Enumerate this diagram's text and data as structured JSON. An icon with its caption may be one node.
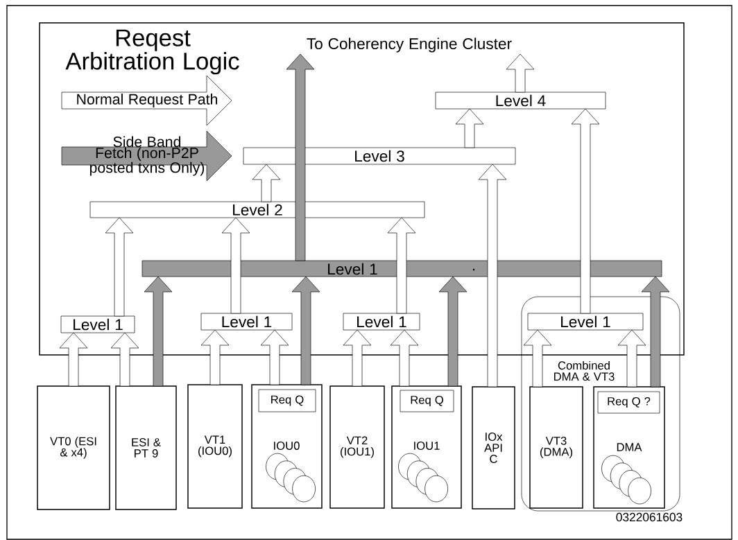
{
  "diagram": {
    "nodes": [
      {
        "text": [
          "Reqest Arbitration Logic"
        ]
      },
      {
        "text": [
          "To Coherency Engine Cluster"
        ],
        "in": 0
      },
      {
        "text": [
          "Level 4"
        ],
        "in": 0
      },
      {
        "text": [
          "Level 3"
        ],
        "in": 0
      },
      {
        "text": [
          "Level 2"
        ],
        "in": 0
      },
      {
        "text": [
          "Level 1",
          "."
        ],
        "in": 0
      },
      {
        "text": [
          "Level 1"
        ],
        "in": 0
      },
      {
        "text": [
          "Level 1"
        ],
        "in": 0
      },
      {
        "text": [
          "Level 1"
        ],
        "in": 0
      },
      {
        "text": [
          "Combined DMA & VT3"
        ]
      },
      {
        "text": [
          "Level 1"
        ]
      },
      {
        "text": [
          "VT0 (ESI & x4)"
        ]
      },
      {
        "text": [
          "ESI & PT 9"
        ]
      },
      {
        "text": [
          "VT1 (IOU0)"
        ]
      },
      {
        "text": [
          "IOU0"
        ]
      },
      {
        "text": [
          "Req Q"
        ],
        "in": 14
      },
      {
        "text": [
          "VT2 (IOU1)"
        ]
      },
      {
        "text": [
          "IOU1"
        ]
      },
      {
        "text": [
          "Req Q"
        ],
        "in": 17
      },
      {
        "text": [
          "IOx API C"
        ]
      },
      {
        "text": [
          "VT3 (DMA)"
        ],
        "in": 9
      },
      {
        "text": [
          "DMA"
        ],
        "in": 9
      },
      {
        "text": [
          "Req Q ?"
        ],
        "in": 21
      }
    ],
    "edges": [
      {
        "from": 11,
        "to": 6,
        "arrow": "to"
      },
      {
        "from": 12,
        "to": 6,
        "arrow": "to"
      },
      {
        "from": 12,
        "to": 5,
        "arrow": "to",
        "color": "#999999"
      },
      {
        "from": 13,
        "to": 7,
        "arrow": "to"
      },
      {
        "from": 14,
        "to": 7,
        "arrow": "to"
      },
      {
        "from": 14,
        "to": 5,
        "arrow": "to",
        "color": "#999999"
      },
      {
        "from": 16,
        "to": 8,
        "arrow": "to"
      },
      {
        "from": 17,
        "to": 8,
        "arrow": "to"
      },
      {
        "from": 17,
        "to": 5,
        "arrow": "to",
        "color": "#999999"
      },
      {
        "from": 20,
        "to": 10,
        "arrow": "to"
      },
      {
        "from": 21,
        "to": 10,
        "arrow": "to"
      },
      {
        "from": 21,
        "to": 5,
        "arrow": "to",
        "color": "#999999"
      },
      {
        "from": 6,
        "to": 4,
        "arrow": "to"
      },
      {
        "from": 7,
        "to": 4,
        "arrow": "to"
      },
      {
        "from": 8,
        "to": 4,
        "arrow": "to"
      },
      {
        "from": 19,
        "to": 3,
        "arrow": "to"
      },
      {
        "from": 10,
        "to": 2,
        "arrow": "to"
      },
      {
        "from": 4,
        "to": 3,
        "arrow": "to"
      },
      {
        "from": 3,
        "to": 2,
        "arrow": "to"
      },
      {
        "from": 5,
        "to": 1,
        "arrow": "to",
        "color": "#999999"
      },
      {
        "from": 2,
        "to": 1,
        "arrow": "to"
      }
    ],
    "labels": [
      "0322061603"
    ],
    "legend": [
      {
        "text": "Normal Request Path"
      },
      {
        "text": "Side Band Fetch (non-P2P posted txns Only)"
      }
    ]
  }
}
